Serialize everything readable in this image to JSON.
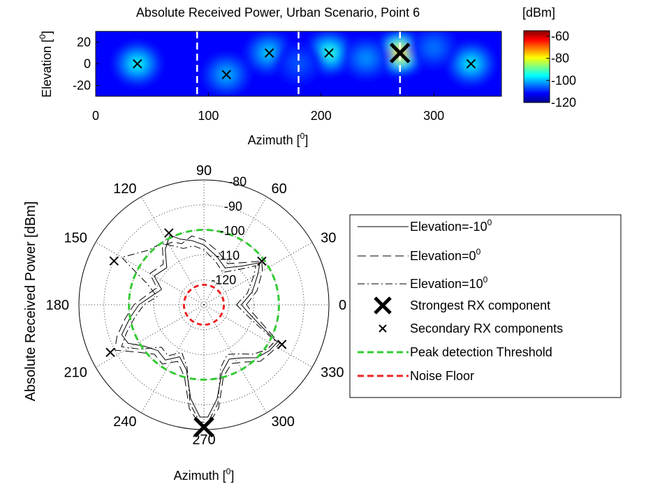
{
  "chart_data": [
    {
      "type": "heatmap",
      "title": "Absolute Received Power, Urban Scenario, Point 6",
      "xlabel": "Azimuth [",
      "xlabel_sup": "0",
      "xlabel_end": "]",
      "ylabel": "Elevation [",
      "ylabel_sup": "0",
      "ylabel_end": "]",
      "xlim": [
        0,
        360
      ],
      "ylim": [
        -30,
        30
      ],
      "x_ticks": [
        0,
        100,
        200,
        300
      ],
      "y_ticks": [
        20,
        0,
        -20
      ],
      "colorbar": {
        "unit": "[dBm]",
        "ticks": [
          -60,
          -80,
          -100,
          -120
        ],
        "range": [
          -120,
          -55
        ]
      },
      "dashed_lines_azimuth": [
        90,
        180,
        270
      ],
      "strongest_component": {
        "azimuth": 270,
        "elevation": 10
      },
      "secondary_components": [
        {
          "azimuth": 37,
          "elevation": 0
        },
        {
          "azimuth": 116,
          "elevation": -10
        },
        {
          "azimuth": 154,
          "elevation": 10
        },
        {
          "azimuth": 207,
          "elevation": 10
        },
        {
          "azimuth": 333,
          "elevation": 0
        }
      ],
      "hotspots": [
        {
          "azimuth": 270,
          "elevation": 10,
          "value": -75
        },
        {
          "azimuth": 207,
          "elevation": 10,
          "value": -92
        },
        {
          "azimuth": 37,
          "elevation": 0,
          "value": -95
        },
        {
          "azimuth": 333,
          "elevation": 0,
          "value": -96
        },
        {
          "azimuth": 154,
          "elevation": 10,
          "value": -98
        },
        {
          "azimuth": 116,
          "elevation": -10,
          "value": -100
        },
        {
          "azimuth": 240,
          "elevation": 5,
          "value": -102
        },
        {
          "azimuth": 300,
          "elevation": 15,
          "value": -104
        },
        {
          "azimuth": 180,
          "elevation": 0,
          "value": -106
        }
      ]
    },
    {
      "type": "line",
      "coordinate": "polar",
      "ylabel": "Absolute Received Power [dBm]",
      "xlabel": "Azimuth [",
      "xlabel_sup": "0",
      "xlabel_end": "]",
      "radial_range": [
        -130,
        -80
      ],
      "radial_ticks": [
        -80,
        -90,
        -100,
        -110,
        -120
      ],
      "angle_ticks": [
        90,
        60,
        30,
        0,
        330,
        300,
        270,
        240,
        210,
        180,
        150,
        120
      ],
      "peak_threshold": -100,
      "noise_floor": -122,
      "strongest_component": {
        "azimuth": 270,
        "power": -81
      },
      "secondary_components": [
        {
          "azimuth": 116,
          "power": -98
        },
        {
          "azimuth": 154,
          "power": -90
        },
        {
          "azimuth": 207,
          "power": -88
        },
        {
          "azimuth": 333,
          "power": -95
        },
        {
          "azimuth": 37,
          "power": -101
        }
      ],
      "series": [
        {
          "name": "Elevation=-10",
          "sup": "0",
          "azimuth": [
            0,
            15,
            30,
            37,
            45,
            60,
            75,
            90,
            100,
            110,
            116,
            125,
            135,
            150,
            160,
            170,
            180,
            190,
            200,
            207,
            215,
            225,
            235,
            245,
            255,
            262,
            268,
            272,
            278,
            285,
            295,
            305,
            315,
            325,
            333,
            340,
            350
          ],
          "power": [
            -115,
            -110,
            -105,
            -102,
            -108,
            -113,
            -110,
            -106,
            -104,
            -102,
            -99,
            -103,
            -109,
            -107,
            -112,
            -109,
            -104,
            -100,
            -95,
            -96,
            -101,
            -104,
            -103,
            -107,
            -103,
            -92,
            -85,
            -85,
            -92,
            -102,
            -106,
            -104,
            -100,
            -98,
            -97,
            -106,
            -112
          ]
        },
        {
          "name": "Elevation=0",
          "sup": "0",
          "azimuth": [
            0,
            15,
            30,
            37,
            45,
            60,
            75,
            90,
            100,
            110,
            116,
            125,
            135,
            150,
            160,
            170,
            180,
            190,
            200,
            207,
            215,
            225,
            235,
            245,
            255,
            262,
            268,
            272,
            278,
            285,
            295,
            305,
            315,
            325,
            333,
            340,
            350
          ],
          "power": [
            -113,
            -108,
            -103,
            -101,
            -106,
            -111,
            -108,
            -104,
            -102,
            -104,
            -102,
            -101,
            -107,
            -105,
            -110,
            -107,
            -102,
            -98,
            -93,
            -90,
            -97,
            -102,
            -101,
            -105,
            -100,
            -88,
            -82,
            -82,
            -88,
            -100,
            -104,
            -102,
            -98,
            -97,
            -96,
            -104,
            -110
          ]
        },
        {
          "name": "Elevation=10",
          "sup": "0",
          "azimuth": [
            0,
            15,
            30,
            37,
            45,
            60,
            75,
            90,
            100,
            110,
            116,
            125,
            135,
            150,
            160,
            170,
            180,
            190,
            200,
            207,
            215,
            225,
            235,
            245,
            255,
            262,
            268,
            272,
            278,
            285,
            295,
            305,
            315,
            325,
            333,
            340,
            350
          ],
          "power": [
            -117,
            -112,
            -107,
            -104,
            -110,
            -115,
            -112,
            -108,
            -106,
            -106,
            -104,
            -100,
            -99,
            -92,
            -106,
            -111,
            -106,
            -102,
            -97,
            -93,
            -99,
            -106,
            -105,
            -109,
            -104,
            -90,
            -83,
            -83,
            -90,
            -104,
            -108,
            -106,
            -102,
            -99,
            -98,
            -108,
            -114
          ]
        }
      ],
      "legend": {
        "placement": "right",
        "items": [
          {
            "label": "Elevation=-10",
            "sup": "0",
            "style": "solid"
          },
          {
            "label": "Elevation=0",
            "sup": "0",
            "style": "dashed"
          },
          {
            "label": "Elevation=10",
            "sup": "0",
            "style": "dashdot"
          },
          {
            "label": "Strongest RX component",
            "style": "big-x"
          },
          {
            "label": "Secondary RX components",
            "style": "small-x"
          },
          {
            "label": "Peak detection Threshold",
            "style": "green-dashed"
          },
          {
            "label": "Noise Floor",
            "style": "red-dashed"
          }
        ]
      },
      "colors": {
        "threshold": "#33cc33",
        "noise": "#ee2222",
        "lines": "#000000"
      }
    }
  ]
}
